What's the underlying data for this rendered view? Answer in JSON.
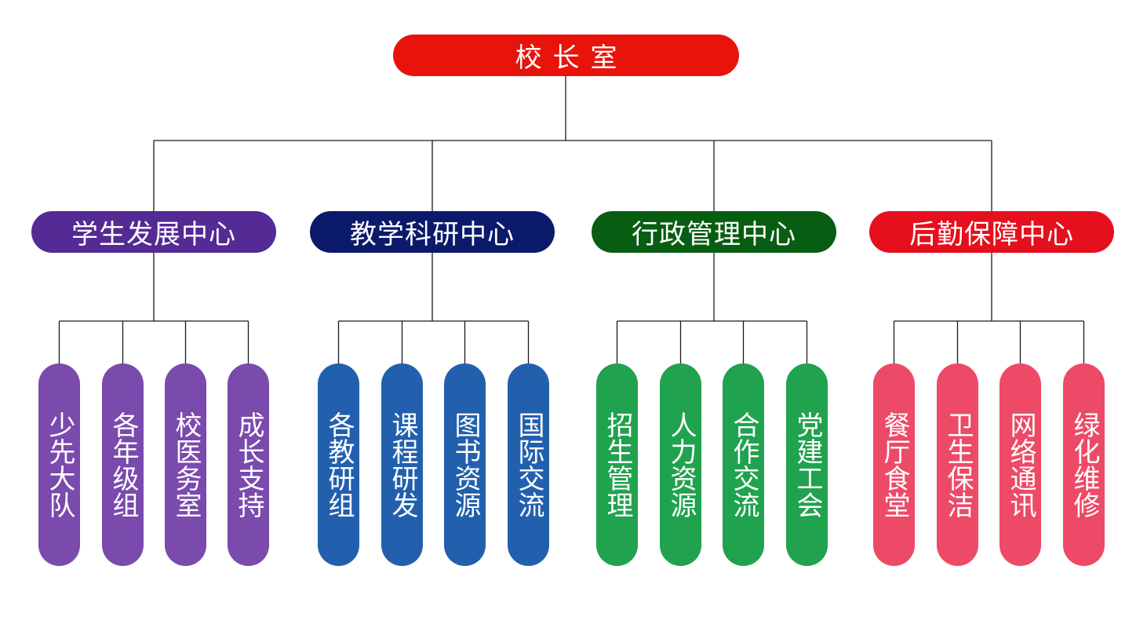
{
  "root": {
    "label": "校长室",
    "color": "#e8130a"
  },
  "centers": [
    {
      "label": "学生发展中心",
      "color": "#542a94",
      "child_color": "#7a4aad",
      "children": [
        "少先大队",
        "各年级组",
        "校医务室",
        "成长支持"
      ]
    },
    {
      "label": "教学科研中心",
      "color": "#0c1a6b",
      "child_color": "#2260ae",
      "children": [
        "各教研组",
        "课程研发",
        "图书资源",
        "国际交流"
      ]
    },
    {
      "label": "行政管理中心",
      "color": "#075e12",
      "child_color": "#21a24e",
      "children": [
        "招生管理",
        "人力资源",
        "合作交流",
        "党建工会"
      ]
    },
    {
      "label": "后勤保障中心",
      "color": "#e60f1d",
      "child_color": "#ed4a67",
      "children": [
        "餐厅食堂",
        "卫生保洁",
        "网络通讯",
        "绿化维修"
      ]
    }
  ],
  "line_color": "#1a1a1a"
}
